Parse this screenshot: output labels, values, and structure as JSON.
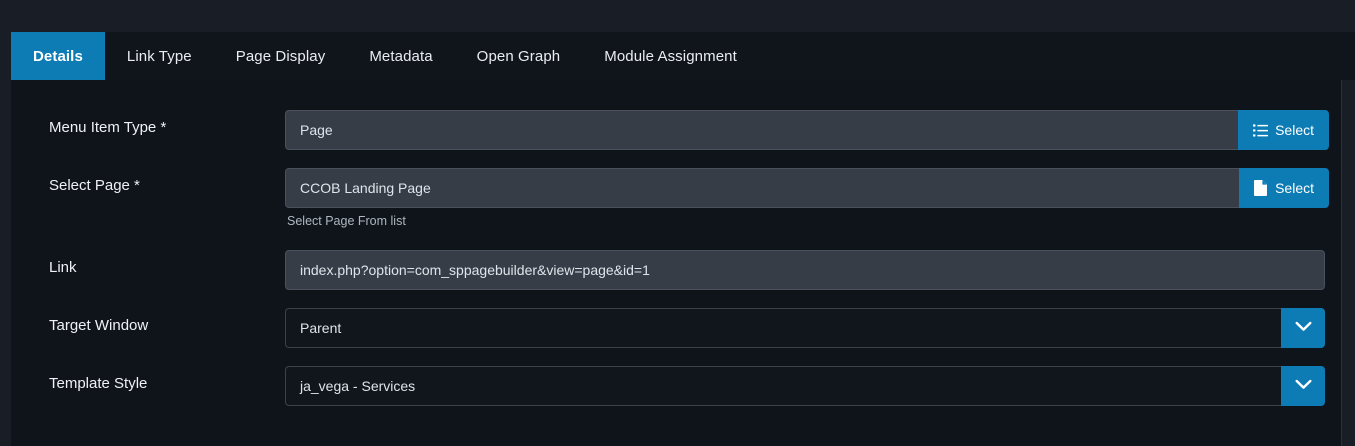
{
  "tabs": [
    {
      "label": "Details",
      "active": true
    },
    {
      "label": "Link Type",
      "active": false
    },
    {
      "label": "Page Display",
      "active": false
    },
    {
      "label": "Metadata",
      "active": false
    },
    {
      "label": "Open Graph",
      "active": false
    },
    {
      "label": "Module Assignment",
      "active": false
    }
  ],
  "colors": {
    "accent": "#0d7cb5",
    "panel_bg": "#0f141b",
    "chrome_bg": "#191d25",
    "input_bg": "#373d47",
    "select_bg": "#11161d",
    "text": "#eef1f5",
    "muted_text": "#aeb6c0"
  },
  "form": {
    "menu_item_type": {
      "label": "Menu Item Type *",
      "value": "Page",
      "button_label": "Select",
      "button_icon": "list-icon"
    },
    "select_page": {
      "label": "Select Page *",
      "value": "CCOB Landing Page",
      "button_label": "Select",
      "button_icon": "file-icon",
      "help": "Select Page From list"
    },
    "link": {
      "label": "Link",
      "value": "index.php?option=com_sppagebuilder&view=page&id=1"
    },
    "target_window": {
      "label": "Target Window",
      "value": "Parent",
      "icon": "chevron-down-icon"
    },
    "template_style": {
      "label": "Template Style",
      "value": "ja_vega - Services",
      "icon": "chevron-down-icon"
    }
  }
}
